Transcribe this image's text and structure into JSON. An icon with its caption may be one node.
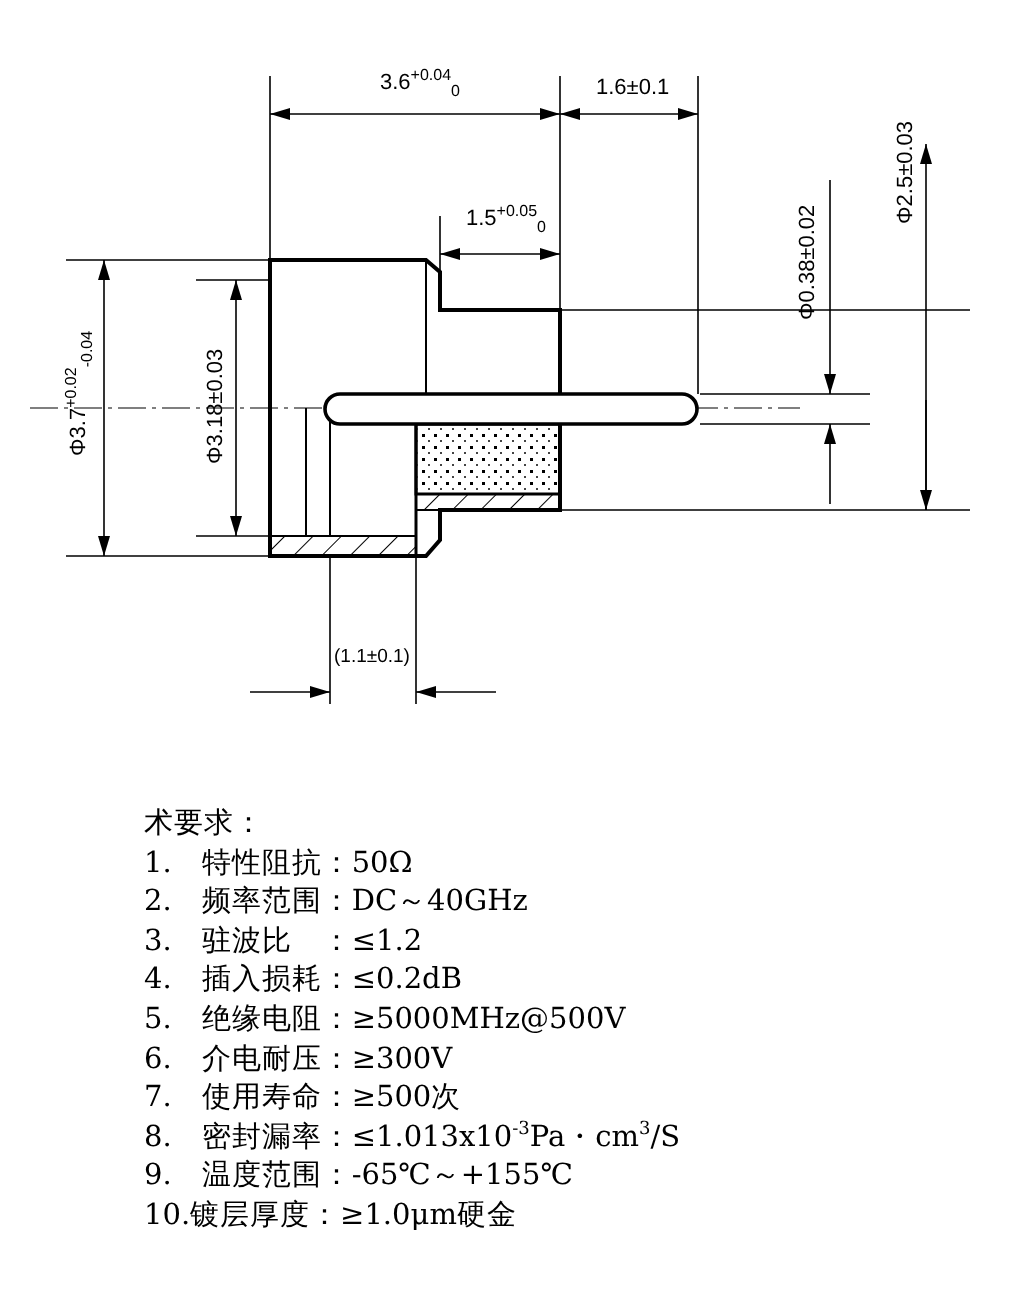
{
  "diagram": {
    "title": "术要求：",
    "labels": [
      "3.6$^{+0.04}$$_{0}$",
      "1.6±0.1",
      "1.5$^{+0.05}$$_{0}$",
      "Φ0.38±0.02",
      "Φ2.5±0.03",
      "Φ3.7$^{+0.02}$$_{-0.04}$",
      "Φ3.18±0.03",
      "(1.1±0.1)",
      "1.　特性阻抗：50Ω",
      "2.　频率范围：DC～40GHz",
      "3.　驻波比　：≤1.2",
      "4.　插入损耗：≤0.2dB",
      "5.　绝缘电阻：≥5000MHz@500V",
      "6.　介电耐压：≥300V",
      "7.　使用寿命：≥500次",
      "8.　密封漏率：≤1.013x10$^{-3}$Pa・cm$^{3}$/S",
      "9.　温度范围：-65℃～+155℃",
      "10.镀层厚度：≥1.0μm硬金"
    ]
  }
}
